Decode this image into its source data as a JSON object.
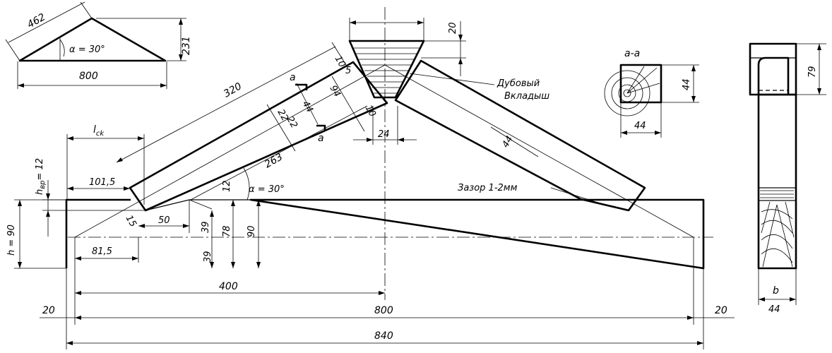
{
  "scheme": {
    "slope_length": "462",
    "angle": "α = 30°",
    "rise": "231",
    "span": "800"
  },
  "joint": {
    "rafter_length": "320",
    "section_mark_top": "a",
    "section_mark_bottom": "a",
    "dim_10_top": "10",
    "dim_5": "5",
    "dim_94": "94",
    "dim_44": "44",
    "dim_22a": "22",
    "dim_22b": "22",
    "dim_10_bottom": "10",
    "dim_24": "24",
    "dim_20": "20",
    "dim_263": "263",
    "angle": "α = 30°",
    "dim_12": "12",
    "l_ck_label": "l",
    "l_ck_sub": "ck",
    "h_bp_label": "h",
    "h_bp_sub": "вр",
    "h_bp_value": "= 12",
    "h_label": "h = 90",
    "dim_101_5": "101,5",
    "dim_15": "15",
    "dim_50": "50",
    "dim_39a": "39",
    "dim_78": "78",
    "dim_90": "90",
    "dim_39b": "39",
    "dim_81_5": "81,5",
    "dim_400": "400",
    "dim_800": "800",
    "dim_840": "840",
    "dim_20_left": "20",
    "dim_20_right": "20"
  },
  "labels": {
    "oak_insert_1": "Дубовый",
    "oak_insert_2": "Вкладыш",
    "gap": "Зазор 1-2мм"
  },
  "section": {
    "title": "а-а",
    "height": "44",
    "width": "44"
  },
  "side_view": {
    "height": "79",
    "b_label": "b",
    "width": "44"
  }
}
